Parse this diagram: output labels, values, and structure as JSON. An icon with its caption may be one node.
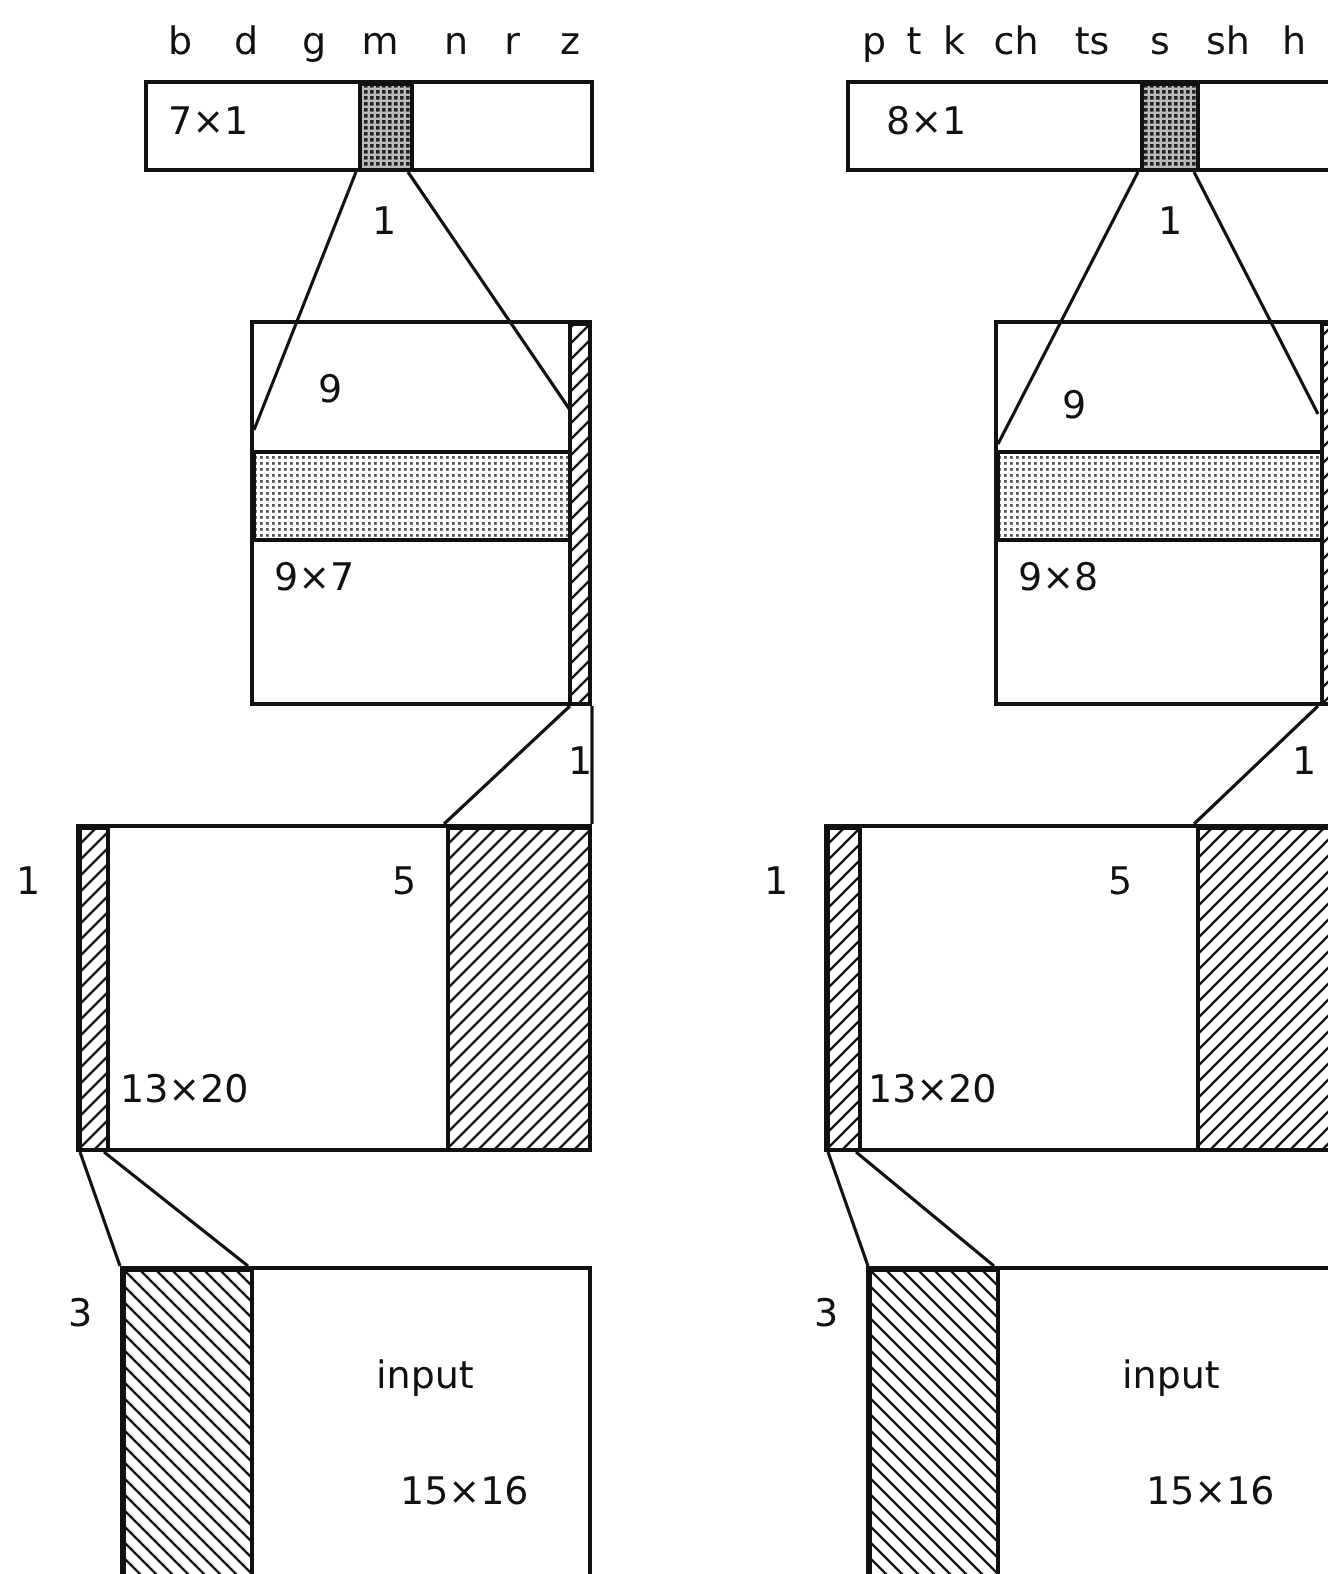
{
  "diagram": {
    "nodes": [
      {
        "text": [
          "7×1"
        ],
        "beside": [
          "b",
          "d",
          "g",
          "m",
          "n",
          "r",
          "z"
        ]
      },
      {
        "text": [
          "9",
          "9×7"
        ]
      },
      {
        "text": [
          "5",
          "13×20"
        ]
      },
      {
        "text": [
          "input",
          "15×16"
        ]
      },
      {
        "text": [
          "8×1"
        ],
        "beside": [
          "p",
          "t",
          "k",
          "ch",
          "ts",
          "s",
          "sh",
          "h"
        ]
      },
      {
        "text": [
          "9",
          "9×8"
        ]
      },
      {
        "text": [
          "5",
          "13×20"
        ]
      },
      {
        "text": [
          "input",
          "15×16"
        ]
      }
    ],
    "edges": [
      {
        "from": 0,
        "to": 1,
        "arrow": "none"
      },
      {
        "from": 1,
        "to": 2,
        "arrow": "none"
      },
      {
        "from": 2,
        "to": 3,
        "arrow": "none"
      },
      {
        "from": 4,
        "to": 5,
        "arrow": "none"
      },
      {
        "from": 5,
        "to": 6,
        "arrow": "none"
      },
      {
        "from": 6,
        "to": 7,
        "arrow": "none"
      }
    ],
    "labels": [
      "1",
      "1",
      "1",
      "1",
      "1",
      "1",
      "3",
      "3"
    ]
  }
}
